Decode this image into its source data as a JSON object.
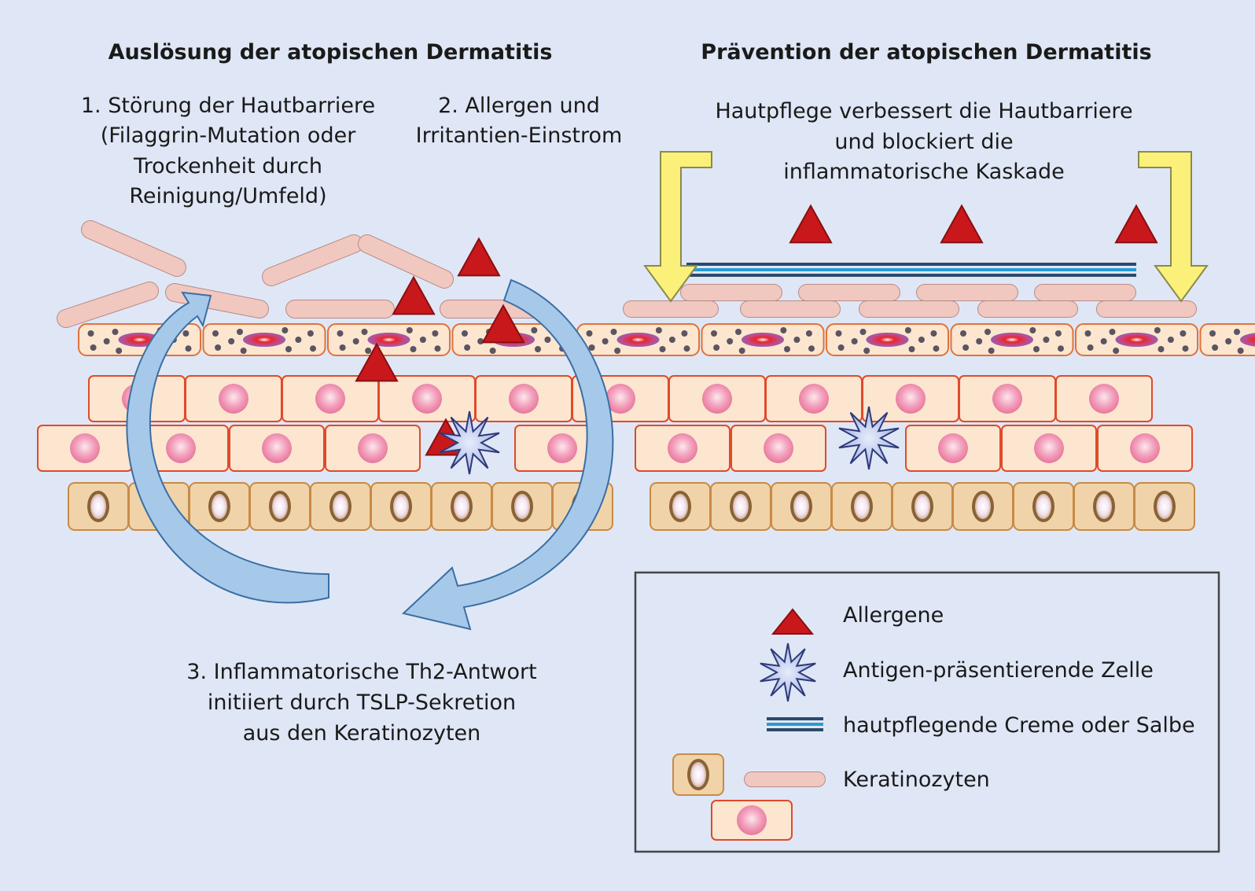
{
  "left_title": "Auslösung der atopischen Dermatitis",
  "right_title": "Prävention der atopischen Dermatitis",
  "step1": [
    "1. Störung der Hautbarriere",
    "(Filaggrin-Mutation oder",
    "Trockenheit  durch",
    "Reinigung/Umfeld)"
  ],
  "step2": [
    "2. Allergen und",
    "Irritantien-Einstrom"
  ],
  "step3": [
    "3. Inflammatorische Th2-Antwort",
    "initiiert durch TSLP-Sekretion",
    "aus den Keratinozyten"
  ],
  "prevention": [
    "Hautpflege verbessert die Hautbarriere",
    "und blockiert die",
    "inflammatorische Kaskade"
  ],
  "legend": {
    "allergens": "Allergene",
    "apc": "Antigen-präsentierende Zelle",
    "cream": "hautpflegende Creme oder Salbe",
    "keratinocytes": "Keratinozyten"
  },
  "colors": {
    "background": "#dfe7f6",
    "allergen": "#c8181c",
    "apc": "#a9b8e6",
    "cream": "#2a8bc4",
    "arrow_cycle": "#a6c9ea",
    "arrow_prevention": "#fbf07a",
    "cell_fill": "#fce6d0",
    "cell_border": "#e04a2a",
    "basal_fill": "#f0d3a8"
  }
}
